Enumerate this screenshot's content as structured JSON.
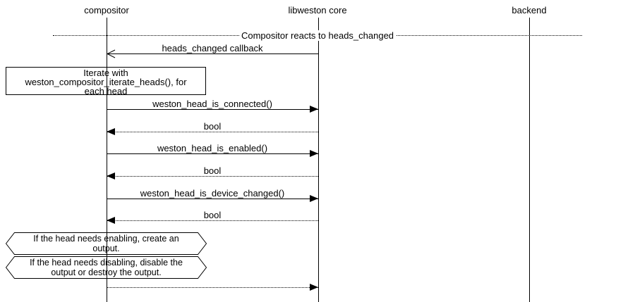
{
  "diagram": {
    "participants": [
      {
        "label": "compositor"
      },
      {
        "label": "libweston core"
      },
      {
        "label": "backend"
      }
    ],
    "divider": {
      "label": "Compositor reacts to heads_changed"
    },
    "messages": [
      {
        "from": "libweston core",
        "to": "compositor",
        "label": "heads_changed callback",
        "line": "solid",
        "arrowhead": "open"
      },
      {
        "from": "compositor",
        "to": "libweston core",
        "label": "weston_head_is_connected()",
        "line": "solid",
        "arrowhead": "filled"
      },
      {
        "from": "libweston core",
        "to": "compositor",
        "label": "bool",
        "line": "dotted",
        "arrowhead": "filled"
      },
      {
        "from": "compositor",
        "to": "libweston core",
        "label": "weston_head_is_enabled()",
        "line": "solid",
        "arrowhead": "filled"
      },
      {
        "from": "libweston core",
        "to": "compositor",
        "label": "bool",
        "line": "dotted",
        "arrowhead": "filled"
      },
      {
        "from": "compositor",
        "to": "libweston core",
        "label": "weston_head_is_device_changed()",
        "line": "solid",
        "arrowhead": "filled"
      },
      {
        "from": "libweston core",
        "to": "compositor",
        "label": "bool",
        "line": "dotted",
        "arrowhead": "filled"
      },
      {
        "from": "compositor",
        "to": "libweston core",
        "label": "",
        "line": "dotted",
        "arrowhead": "filled"
      }
    ],
    "notes": [
      {
        "shape": "rect",
        "lines": [
          "Iterate with",
          "weston_compositor_iterate_heads(), for",
          "each head"
        ]
      },
      {
        "shape": "hexagon",
        "lines": [
          "If the head needs enabling, create an",
          "output."
        ]
      },
      {
        "shape": "hexagon",
        "lines": [
          "If the head needs disabling, disable the",
          "output or destroy the output."
        ]
      }
    ]
  }
}
